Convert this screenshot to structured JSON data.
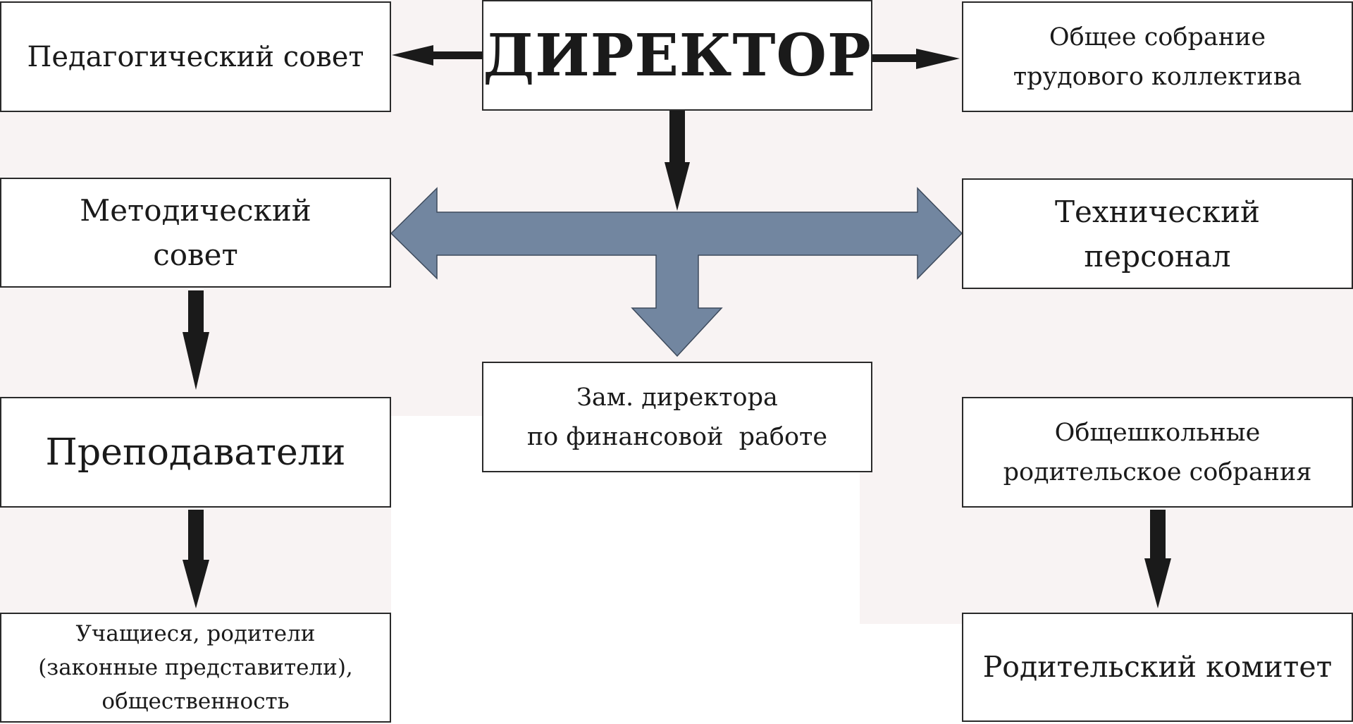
{
  "diagram": {
    "director": {
      "label": "ДИРЕКТОР"
    },
    "pedagogical_council": {
      "label": "Педагогический совет"
    },
    "general_meeting": {
      "lines": [
        "Общее собрание",
        "трудового коллектива"
      ]
    },
    "methodical_council": {
      "lines": [
        "Методический",
        "совет"
      ]
    },
    "technical_staff": {
      "lines": [
        "Технический",
        "персонал"
      ]
    },
    "deputy_director": {
      "lines": [
        "Зам. директора",
        "по финансовой  работе"
      ]
    },
    "teachers": {
      "label": "Преподаватели"
    },
    "parent_meetings": {
      "lines": [
        "Общешкольные",
        "родительское собрания"
      ]
    },
    "students_parents": {
      "lines": [
        "Учащиеся, родители",
        "(законные представители),",
        "общественность"
      ]
    },
    "parent_committee": {
      "label": "Родительский комитет"
    }
  },
  "colors": {
    "arrow_black": "#1a1a1a",
    "arrow_blue": "#7286a0",
    "box_border": "#2a2a2a",
    "background_tint": "#f8f3f3"
  }
}
